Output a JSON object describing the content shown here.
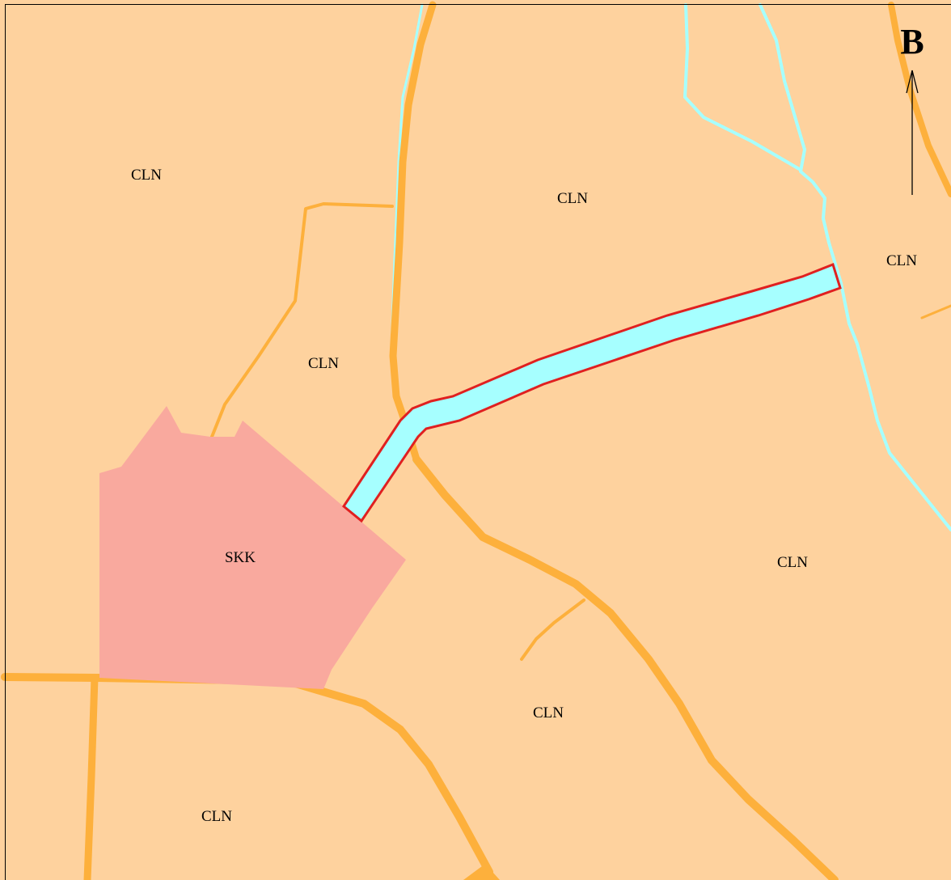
{
  "colors": {
    "land": "#FED29E",
    "road": "#FDB03C",
    "water": "#A6FFFF",
    "canal_outline": "#E02020",
    "special_zone": "#F9A99E",
    "frame": "#000000"
  },
  "north_arrow": {
    "letter": "B",
    "icon": "north-arrow-icon"
  },
  "zones": [
    {
      "code": "CLN"
    },
    {
      "code": "CLN"
    },
    {
      "code": "CLN"
    },
    {
      "code": "CLN"
    },
    {
      "code": "SKK"
    },
    {
      "code": "CLN"
    },
    {
      "code": "CLN"
    },
    {
      "code": "CLN"
    }
  ]
}
